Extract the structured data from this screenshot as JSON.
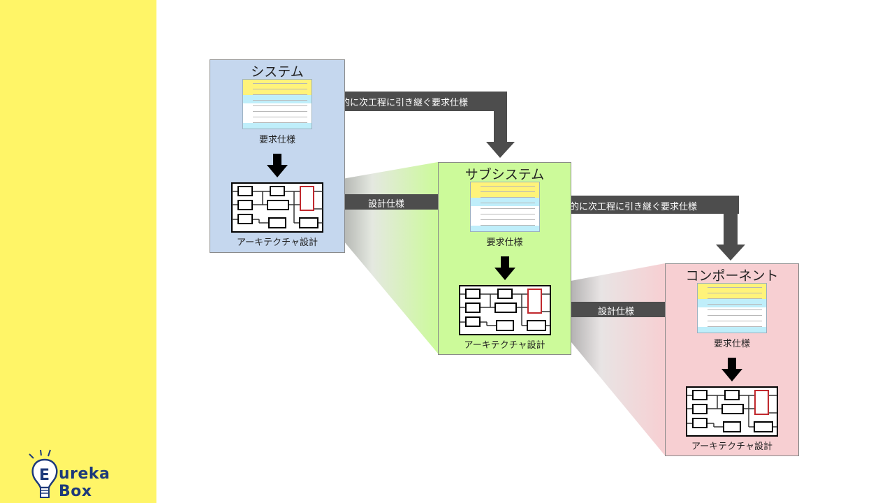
{
  "diagram": {
    "levels": [
      {
        "id": "system",
        "title": "システム",
        "spec_label": "要求仕様",
        "arch_label": "アーキテクチャ設計",
        "color": "#c5d7ee"
      },
      {
        "id": "subsystem",
        "title": "サブシステム",
        "spec_label": "要求仕様",
        "arch_label": "アーキテクチャ設計",
        "color": "#ccfa9a"
      },
      {
        "id": "component",
        "title": "コンポーネント",
        "spec_label": "要求仕様",
        "arch_label": "アーキテクチャ設計",
        "color": "#f7cfd2"
      }
    ],
    "connectors": {
      "partial_handover_1": "部分的に次工程に引き継ぐ要求仕様",
      "design_spec_1": "設計仕様",
      "partial_handover_2": "部分的に次工程に引き継ぐ要求仕様",
      "design_spec_2": "設計仕様"
    }
  },
  "brand": {
    "logo_text": "ureka Box",
    "logo_initial": "E",
    "sidebar_color": "#fff567",
    "logo_color": "#1e3a7a"
  },
  "colors": {
    "arrow": "#4d4d4d",
    "highlight": "#c0282d"
  }
}
